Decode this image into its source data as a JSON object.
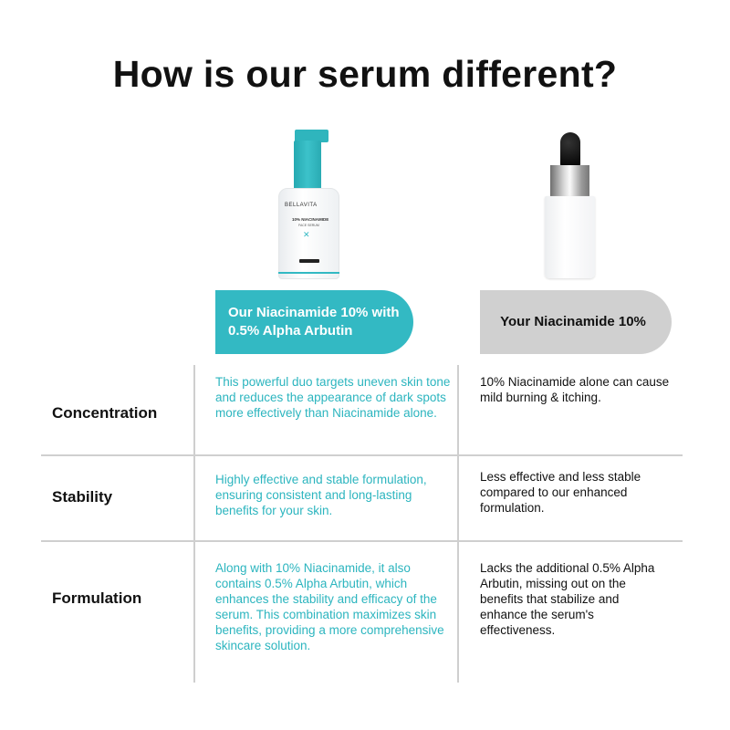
{
  "title": "How is our serum different?",
  "products": {
    "ours": {
      "brand": "BELLAVITA",
      "product_label": "10% NIACINAMIDE",
      "product_sub": "FACE SERUM",
      "heading": "Our Niacinamide 10% with 0.5% Alpha Arbutin"
    },
    "yours": {
      "heading": "Your Niacinamide 10%"
    }
  },
  "colors": {
    "accent": "#33b9c3",
    "gray_pill": "#d0d0d0",
    "ours_text": "#2cb5bf"
  },
  "rows": [
    {
      "label": "Concentration",
      "ours": "This powerful duo targets uneven skin tone and reduces the appearance of dark spots more effectively than Niacinamide alone.",
      "yours": "10% Niacinamide alone can cause mild burning & itching."
    },
    {
      "label": "Stability",
      "ours": "Highly effective and stable formulation, ensuring consistent and long-lasting benefits for your skin.",
      "yours": "Less effective and less stable compared to our enhanced formulation."
    },
    {
      "label": "Formulation",
      "ours": "Along with 10% Niacinamide, it also contains 0.5% Alpha Arbutin, which enhances the stability and efficacy of the serum. This combination maximizes skin benefits, providing a more comprehensive skincare solution.",
      "yours": "Lacks the additional 0.5% Alpha Arbutin, missing out on the benefits that stabilize and enhance the serum's effectiveness."
    }
  ]
}
